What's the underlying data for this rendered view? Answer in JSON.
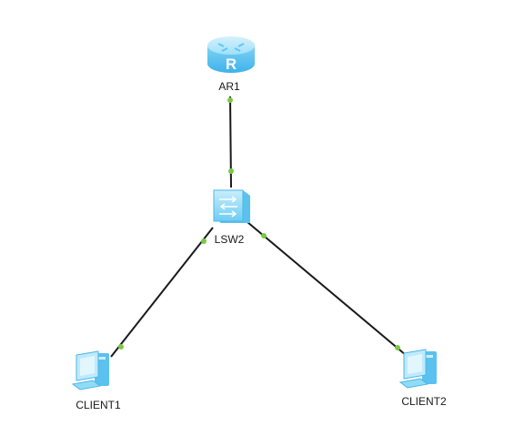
{
  "devices": {
    "router": {
      "label": "AR1",
      "type": "router",
      "icon": "router-icon",
      "color": "#5bc8f5"
    },
    "switch": {
      "label": "LSW2",
      "type": "switch",
      "icon": "switch-icon",
      "color": "#7fd6f7"
    },
    "client1": {
      "label": "CLIENT1",
      "type": "client",
      "icon": "pc-icon",
      "color": "#8fdcf8"
    },
    "client2": {
      "label": "CLIENT2",
      "type": "client",
      "icon": "pc-icon",
      "color": "#8fdcf8"
    }
  },
  "links": [
    {
      "from": "router",
      "to": "switch",
      "status": "up"
    },
    {
      "from": "switch",
      "to": "client1",
      "status": "up"
    },
    {
      "from": "switch",
      "to": "client2",
      "status": "up"
    }
  ],
  "colors": {
    "link": "#1a1a1a",
    "port_up": "#7ac943"
  }
}
